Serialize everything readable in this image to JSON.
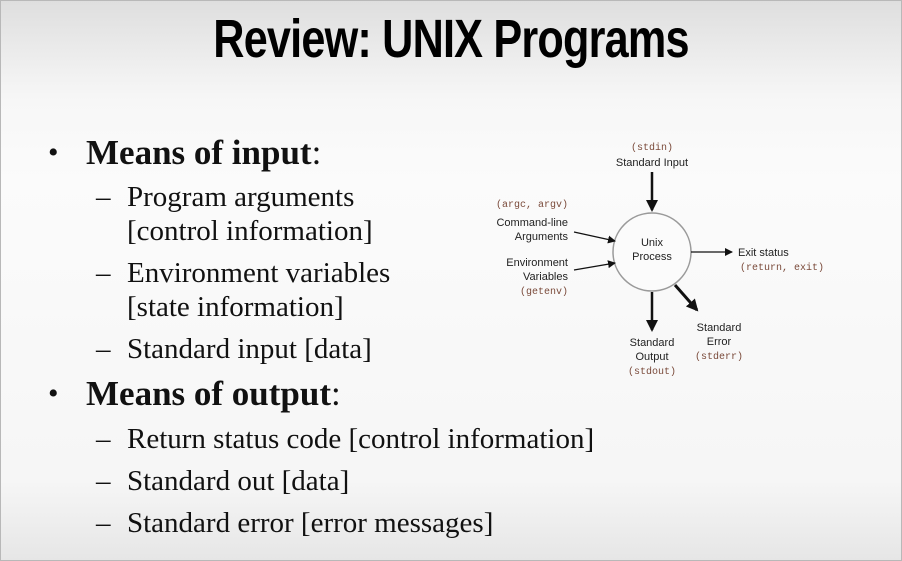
{
  "slide": {
    "title": "Review: UNIX Programs",
    "input_section": {
      "heading": "Means of input",
      "heading_suffix": ":",
      "items": [
        {
          "line1": "Program arguments",
          "line2": "[control information]"
        },
        {
          "line1": "Environment variables",
          "line2": "[state information]"
        },
        {
          "line1": "Standard input [data]"
        }
      ]
    },
    "output_section": {
      "heading": "Means of output",
      "heading_suffix": ":",
      "items": [
        {
          "line1": "Return status code [control information]"
        },
        {
          "line1": "Standard out [data]"
        },
        {
          "line1": "Standard error [error messages]"
        }
      ]
    },
    "bullet_glyph": "•",
    "dash_glyph": "–"
  },
  "diagram": {
    "process": {
      "line1": "Unix",
      "line2": "Process"
    },
    "stdin": {
      "code": "(stdin)",
      "label": "Standard Input"
    },
    "args": {
      "code": "(argc, argv)",
      "line1": "Command-line",
      "line2": "Arguments"
    },
    "env": {
      "line1": "Environment",
      "line2": "Variables",
      "code": "(getenv)"
    },
    "exit": {
      "label": "Exit status",
      "code": "(return, exit)"
    },
    "stdout": {
      "line1": "Standard",
      "line2": "Output",
      "code": "(stdout)"
    },
    "stderr": {
      "line1": "Standard",
      "line2": "Error",
      "code": "(stderr)"
    }
  }
}
